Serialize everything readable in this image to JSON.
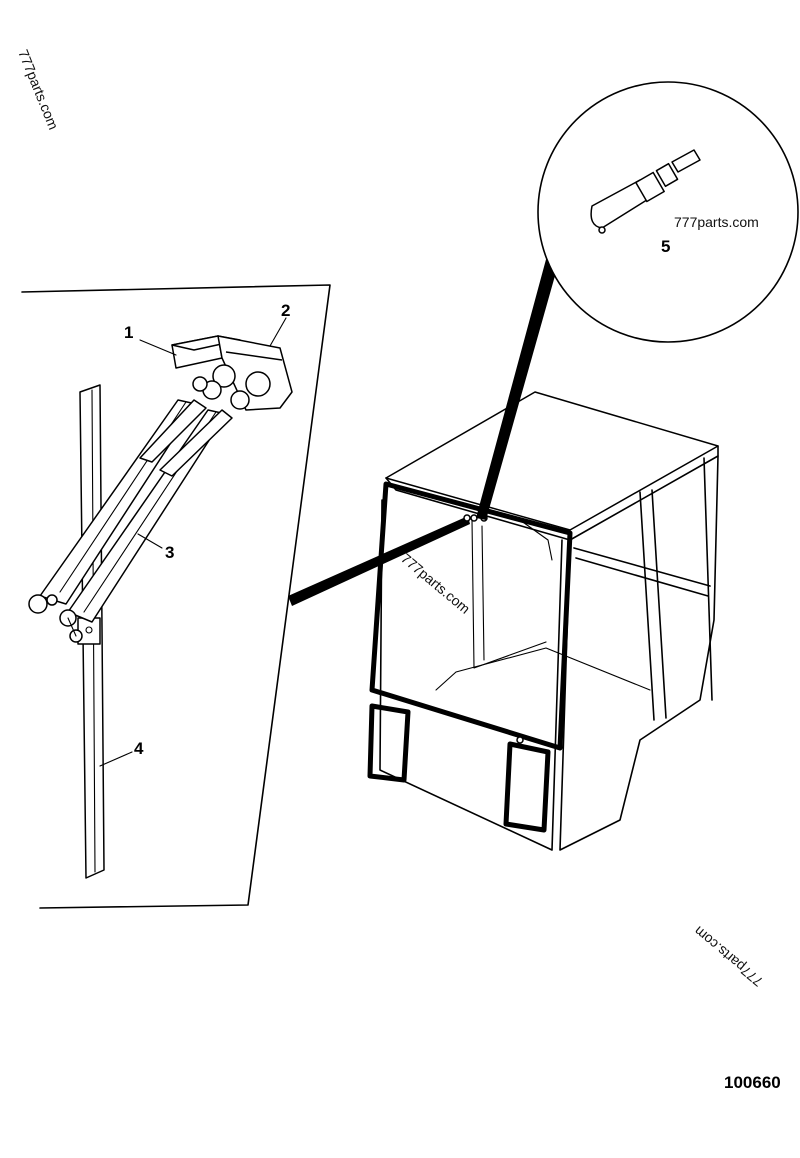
{
  "diagram": {
    "callouts": [
      {
        "id": "1",
        "label": "1"
      },
      {
        "id": "2",
        "label": "2"
      },
      {
        "id": "3",
        "label": "3"
      },
      {
        "id": "4",
        "label": "4"
      },
      {
        "id": "5",
        "label": "5"
      }
    ],
    "watermarks": [
      {
        "text": "777parts.com"
      },
      {
        "text": "777parts.com"
      },
      {
        "text": "777parts.com"
      },
      {
        "text": "777parts.com"
      }
    ],
    "figure_number": "100660"
  }
}
